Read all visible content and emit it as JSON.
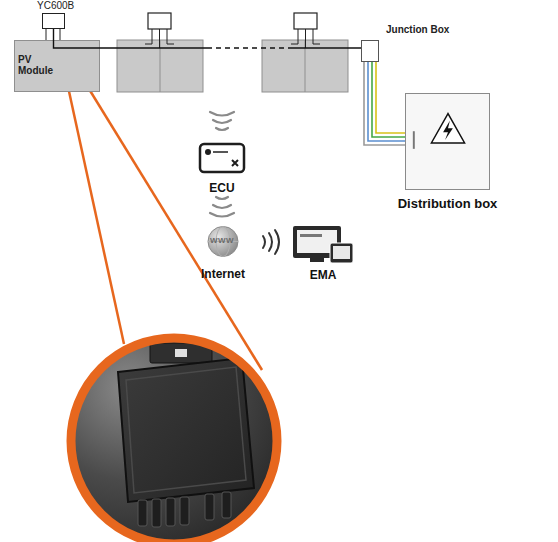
{
  "diagram": {
    "nodes": [
      {
        "text": [
          "YC600B"
        ]
      },
      {
        "text": [
          "PV Module"
        ]
      },
      {
        "text": [
          "Junction Box"
        ]
      },
      {
        "text": [
          "Distribution box"
        ]
      },
      {
        "text": [
          "ECU"
        ]
      },
      {
        "text": [
          "Internet"
        ]
      },
      {
        "text": [
          "EMA"
        ]
      }
    ],
    "edges": [
      {
        "from": 0,
        "to": 2,
        "arrow": "none"
      },
      {
        "from": 2,
        "to": 3,
        "arrow": "none"
      }
    ],
    "labels": [
      "WWW"
    ]
  }
}
